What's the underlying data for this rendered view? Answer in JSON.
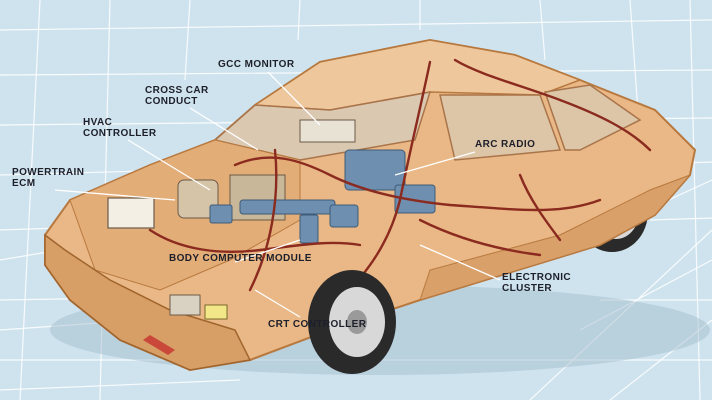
{
  "labels": {
    "gcc_monitor": "GCC MONITOR",
    "cross_car_conduct": "CROSS CAR\nCONDUCT",
    "hvac_controller": "HVAC\nCONTROLLER",
    "powertrain_ecm": "POWERTRAIN\nECM",
    "arc_radio": "ARC RADIO",
    "body_computer_module": "BODY COMPUTER MODULE",
    "electronic_cluster": "ELECTRONIC\nCLUSTER",
    "crt_controller": "CRT CONTROLLER"
  },
  "colors": {
    "background": "#cfe3ee",
    "grid": "#ffffff",
    "body": "#e9b886",
    "body_dark": "#c98d58",
    "glass": "#cfd6d3",
    "wiring": "#8b2a1e",
    "modules": "#6e8fb0",
    "tire": "#2a2a2a",
    "leader": "#ffffff"
  }
}
